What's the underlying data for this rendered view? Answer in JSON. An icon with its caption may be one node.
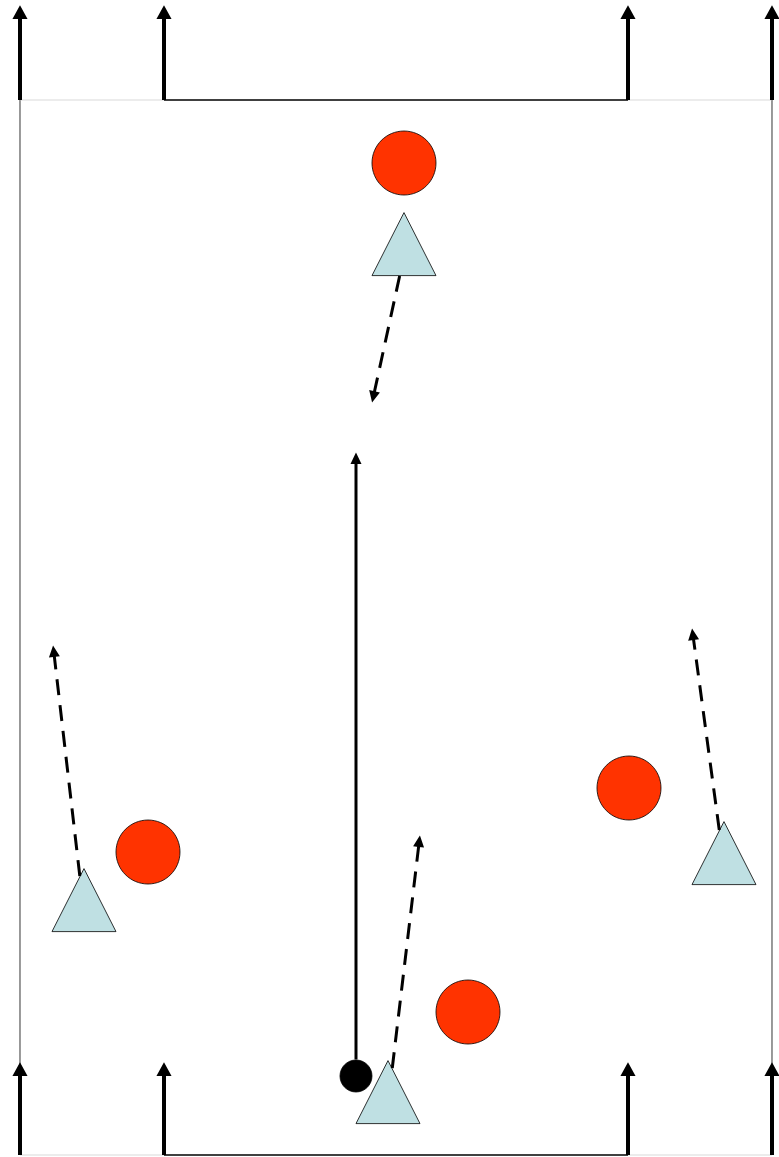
{
  "diagram": {
    "nodes": [
      {
        "text": [],
        "shape": "circle"
      },
      {
        "text": [],
        "shape": "triangle"
      },
      {
        "text": [],
        "shape": "circle"
      },
      {
        "text": [],
        "shape": "circle"
      },
      {
        "text": [],
        "shape": "triangle"
      },
      {
        "text": [],
        "shape": "triangle"
      },
      {
        "text": [],
        "shape": "circle"
      },
      {
        "text": [],
        "shape": "circle"
      },
      {
        "text": [],
        "shape": "triangle"
      }
    ],
    "edges": [
      {
        "from": 1,
        "to": null,
        "arrow": "to",
        "style": "dashed"
      },
      {
        "from": 5,
        "to": null,
        "arrow": "to",
        "style": "dashed"
      },
      {
        "from": 4,
        "to": null,
        "arrow": "to",
        "style": "dashed"
      },
      {
        "from": 8,
        "to": null,
        "arrow": "to",
        "style": "dashed"
      },
      {
        "from": 7,
        "to": null,
        "arrow": "to"
      }
    ]
  }
}
